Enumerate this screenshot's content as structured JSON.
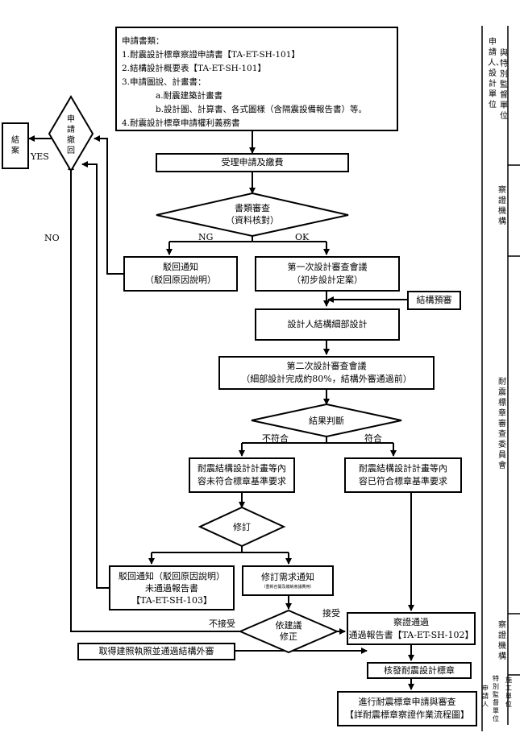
{
  "application_docs": {
    "heading": "申請書類：",
    "item1": "1.耐震設計標章察證申請書【TA-ET-SH-101】",
    "item2": "2.結構設計概要表【TA-ET-SH-101】",
    "item3": "3.申請圖說、計畫書：",
    "item3a": "a.耐震建築計畫書",
    "item3b": "b.設計圖、計算書、各式圖樣（含隔震設備報告書）等。",
    "item4": "4.耐震設計標章申請權利義務書"
  },
  "nodes": {
    "accept_payment": "受理申請及繳費",
    "doc_review": [
      "書類審查",
      "（資料核對）"
    ],
    "reject_notice": [
      "駁回通知",
      "（駁回原因說明）"
    ],
    "first_meeting": [
      "第一次設計審查會議",
      "（初步設計定案）"
    ],
    "structure_prereview": "結構預審",
    "detailed_design": "設計人結構細部設計",
    "second_meeting": [
      "第二次設計審查會議",
      "（細部設計完成約80%，結構外審通過前）"
    ],
    "result_decision": "結果判斷",
    "not_compliant": [
      "耐震結構設計計畫等內",
      "容未符合標章基準要求"
    ],
    "compliant": [
      "耐震結構設計計畫等內",
      "容已符合標章基準要求"
    ],
    "revise": "修訂",
    "reject_report": [
      "駁回通知（駁回原因說明）",
      "未通過報告書",
      "【TA-ET-SH-103】"
    ],
    "revision_request": "修訂需求通知",
    "revision_request_note": "（重新召開及繳納會議費用）",
    "accept_suggestion": [
      "依建議",
      "修正"
    ],
    "approval_report": [
      "察證通過",
      "通過報告書【TA-ET-SH-102】"
    ],
    "building_permit": "取得建照執照並通過結構外審",
    "issue_label": "核發耐震設計標章",
    "next_step": [
      "進行耐震標章申請與審查",
      "【詳耐震標章察證作業流程圖】"
    ],
    "withdraw": "申請撤回",
    "close_case": "結案"
  },
  "edge_labels": {
    "ng": "NG",
    "ok": "OK",
    "yes": "YES",
    "no": "NO",
    "not_compliant": "不符合",
    "compliant": "符合",
    "not_accept": "不接受",
    "accept": "接受"
  },
  "right_column": {
    "applicant_designer_a": "申請人、設計單位",
    "applicant_designer_b": "與特別監督單位",
    "verification_org": "察證機構",
    "committee": "耐震標章審查委員會",
    "verification_org_2": "察證機構",
    "special_supervisor_a": "特別監督單位",
    "special_supervisor_b": "施工單位",
    "applicant": "申請人"
  }
}
